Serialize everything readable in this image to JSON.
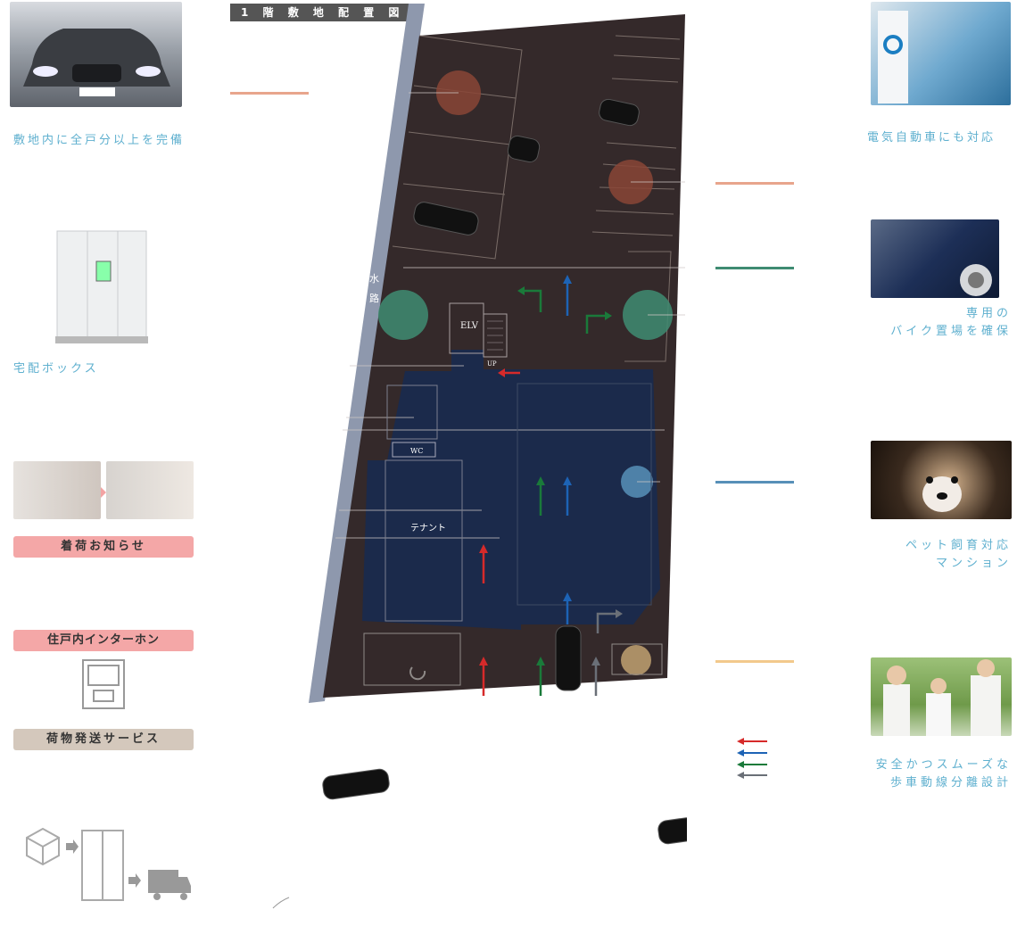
{
  "plan_title": "1 階 敷 地 配 置 図",
  "left": {
    "parking_caption": "敷地内に全戸分以上を完備",
    "delivery_box_caption": "宅配ボックス",
    "arrival_notice": "着荷お知らせ",
    "intercom": "住戸内インターホン",
    "shipping_service": "荷物発送サービス"
  },
  "right": {
    "ev_caption": "電気自動車にも対応",
    "bike_line1": "専用の",
    "bike_line2": "バイク置場を確保",
    "pet_line1": "ペット飼育対応",
    "pet_line2": "マンション",
    "safe_line1": "安全かつスムーズな",
    "safe_line2": "歩車動線分離設計"
  },
  "plan_labels": {
    "waterway_1": "水",
    "waterway_2": "路",
    "elv": "ELV",
    "up": "UP",
    "wc": "WC",
    "tenant": "テナント"
  },
  "colors": {
    "accent_salmon": "#e8a58c",
    "accent_green": "#3f8c72",
    "accent_blue": "#5790b8",
    "accent_tan": "#f2c98c",
    "caption_blue": "#5fb0cf",
    "arrow_red": "#d62a2a",
    "arrow_blue": "#1d63b5",
    "arrow_green": "#1a7a3a",
    "arrow_gray": "#6a6f77"
  }
}
